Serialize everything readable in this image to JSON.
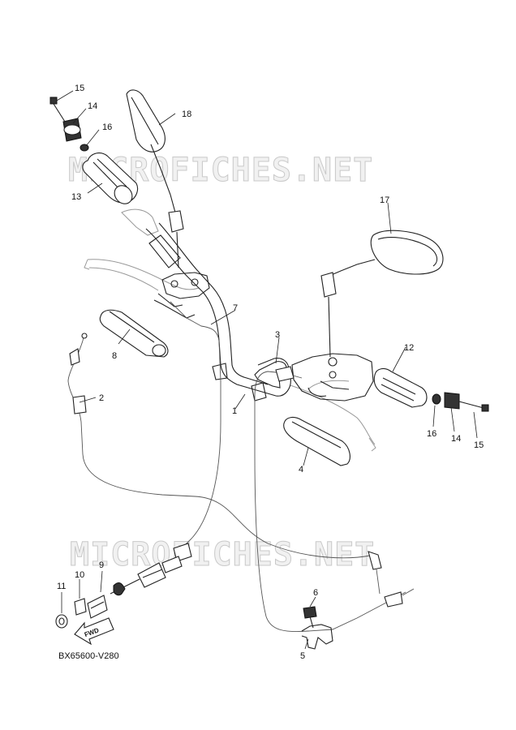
{
  "watermark": "MICROFICHES.NET",
  "diagram_code": "BX65600-V280",
  "fwd_label": "FWD",
  "callouts": {
    "c15a": "15",
    "c14a": "14",
    "c16a": "16",
    "c18": "18",
    "c13": "13",
    "c17": "17",
    "c7": "7",
    "c3": "3",
    "c12": "12",
    "c2": "2",
    "c8": "8",
    "c1": "1",
    "c16b": "16",
    "c14b": "14",
    "c15b": "15",
    "c4": "4",
    "c9": "9",
    "c10": "10",
    "c11": "11",
    "c6": "6",
    "c5": "5"
  }
}
